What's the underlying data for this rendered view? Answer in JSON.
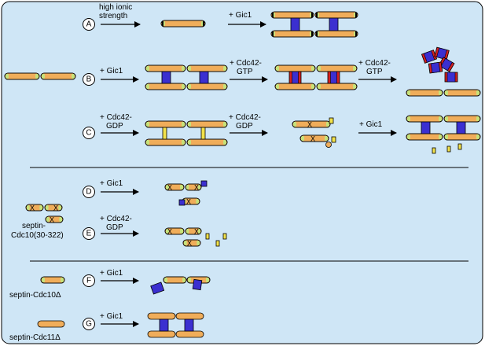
{
  "row_letters": [
    "A",
    "B",
    "C",
    "D",
    "E",
    "F",
    "G"
  ],
  "labels": {
    "high_ionic": [
      "high ionic",
      "strength"
    ],
    "gic1": "+ Gic1",
    "cdc42_gtp": [
      "+ Cdc42-",
      "GTP"
    ],
    "cdc42_gtp_split": [
      "+ Cdc42-",
      "GTP"
    ],
    "cdc42_gdp": [
      "+ Cdc42-",
      "GDP"
    ],
    "septin_cdc10_trunc": [
      "septin-",
      "Cdc10(30-322)"
    ],
    "septin_cdc10_delta": "septin-Cdc10Δ",
    "septin_cdc11_delta": "septin-Cdc11Δ",
    "x_mark": "X"
  },
  "colors": {
    "panel_bg": "#cfe6f6",
    "panel_border": "#000000",
    "filament": "#f0ad5a",
    "filament_end": "#c7e27a",
    "gic1": "#3b2fd0",
    "cdc42_gtp_band": "#d42020",
    "cdc42_gdp": "#f2e24a"
  }
}
